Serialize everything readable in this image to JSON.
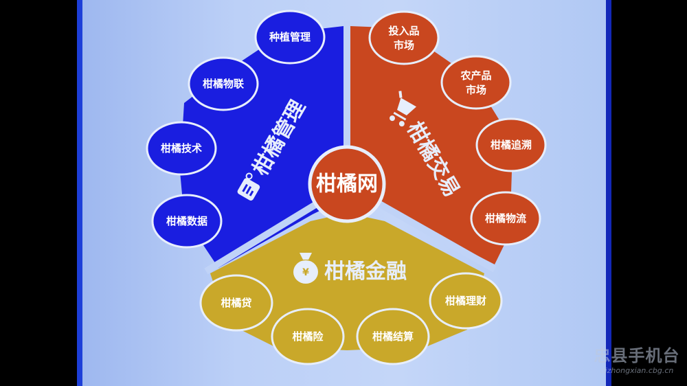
{
  "colors": {
    "blue": "#1a1ee0",
    "orange": "#c9471f",
    "yellow": "#c9a82a",
    "outline": "#e7eefc",
    "background": "#c0d3f7"
  },
  "center": {
    "label": "柑橘网"
  },
  "sectors": {
    "management": {
      "title": "柑橘管理",
      "icon": "document-gear-icon",
      "items": [
        "种植管理",
        "柑橘物联",
        "柑橘技术",
        "柑橘数据"
      ]
    },
    "trade": {
      "title": "柑橘交易",
      "icon": "shopping-cart-icon",
      "items": [
        {
          "line1": "投入品",
          "line2": "市场"
        },
        {
          "line1": "农产品",
          "line2": "市场"
        },
        "柑橘追溯",
        "柑橘物流"
      ]
    },
    "finance": {
      "title": "柑橘金融",
      "icon": "money-bag-yuan-icon",
      "items": [
        "柑橘贷",
        "柑橘险",
        "柑橘结算",
        "柑橘理财"
      ]
    }
  },
  "watermark": {
    "title": "忠县手机台",
    "url": "djzhongxian.cbg.cn"
  }
}
